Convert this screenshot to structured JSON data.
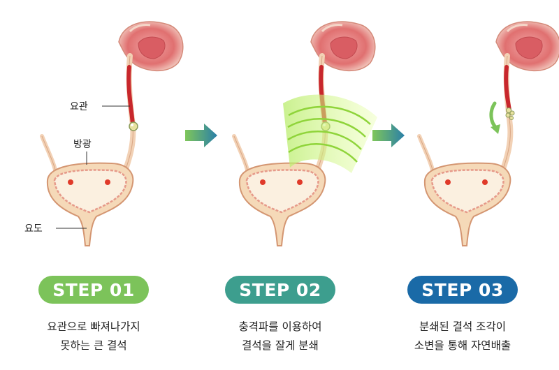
{
  "labels": {
    "ureter": "요관",
    "bladder": "방광",
    "urethra": "요도"
  },
  "steps": [
    {
      "badge": "STEP 01",
      "color": "#7cc35a",
      "line1": "요관으로 빠져나가지",
      "line2": "못하는 큰 결석"
    },
    {
      "badge": "STEP 02",
      "color": "#3d9e8e",
      "line1": "충격파를 이용하여",
      "line2": "결석을 잘게 분쇄"
    },
    {
      "badge": "STEP 03",
      "color": "#1a6aa7",
      "line1": "분쇄된 결석 조각이",
      "line2": "소변을 통해 자연배출"
    }
  ]
}
